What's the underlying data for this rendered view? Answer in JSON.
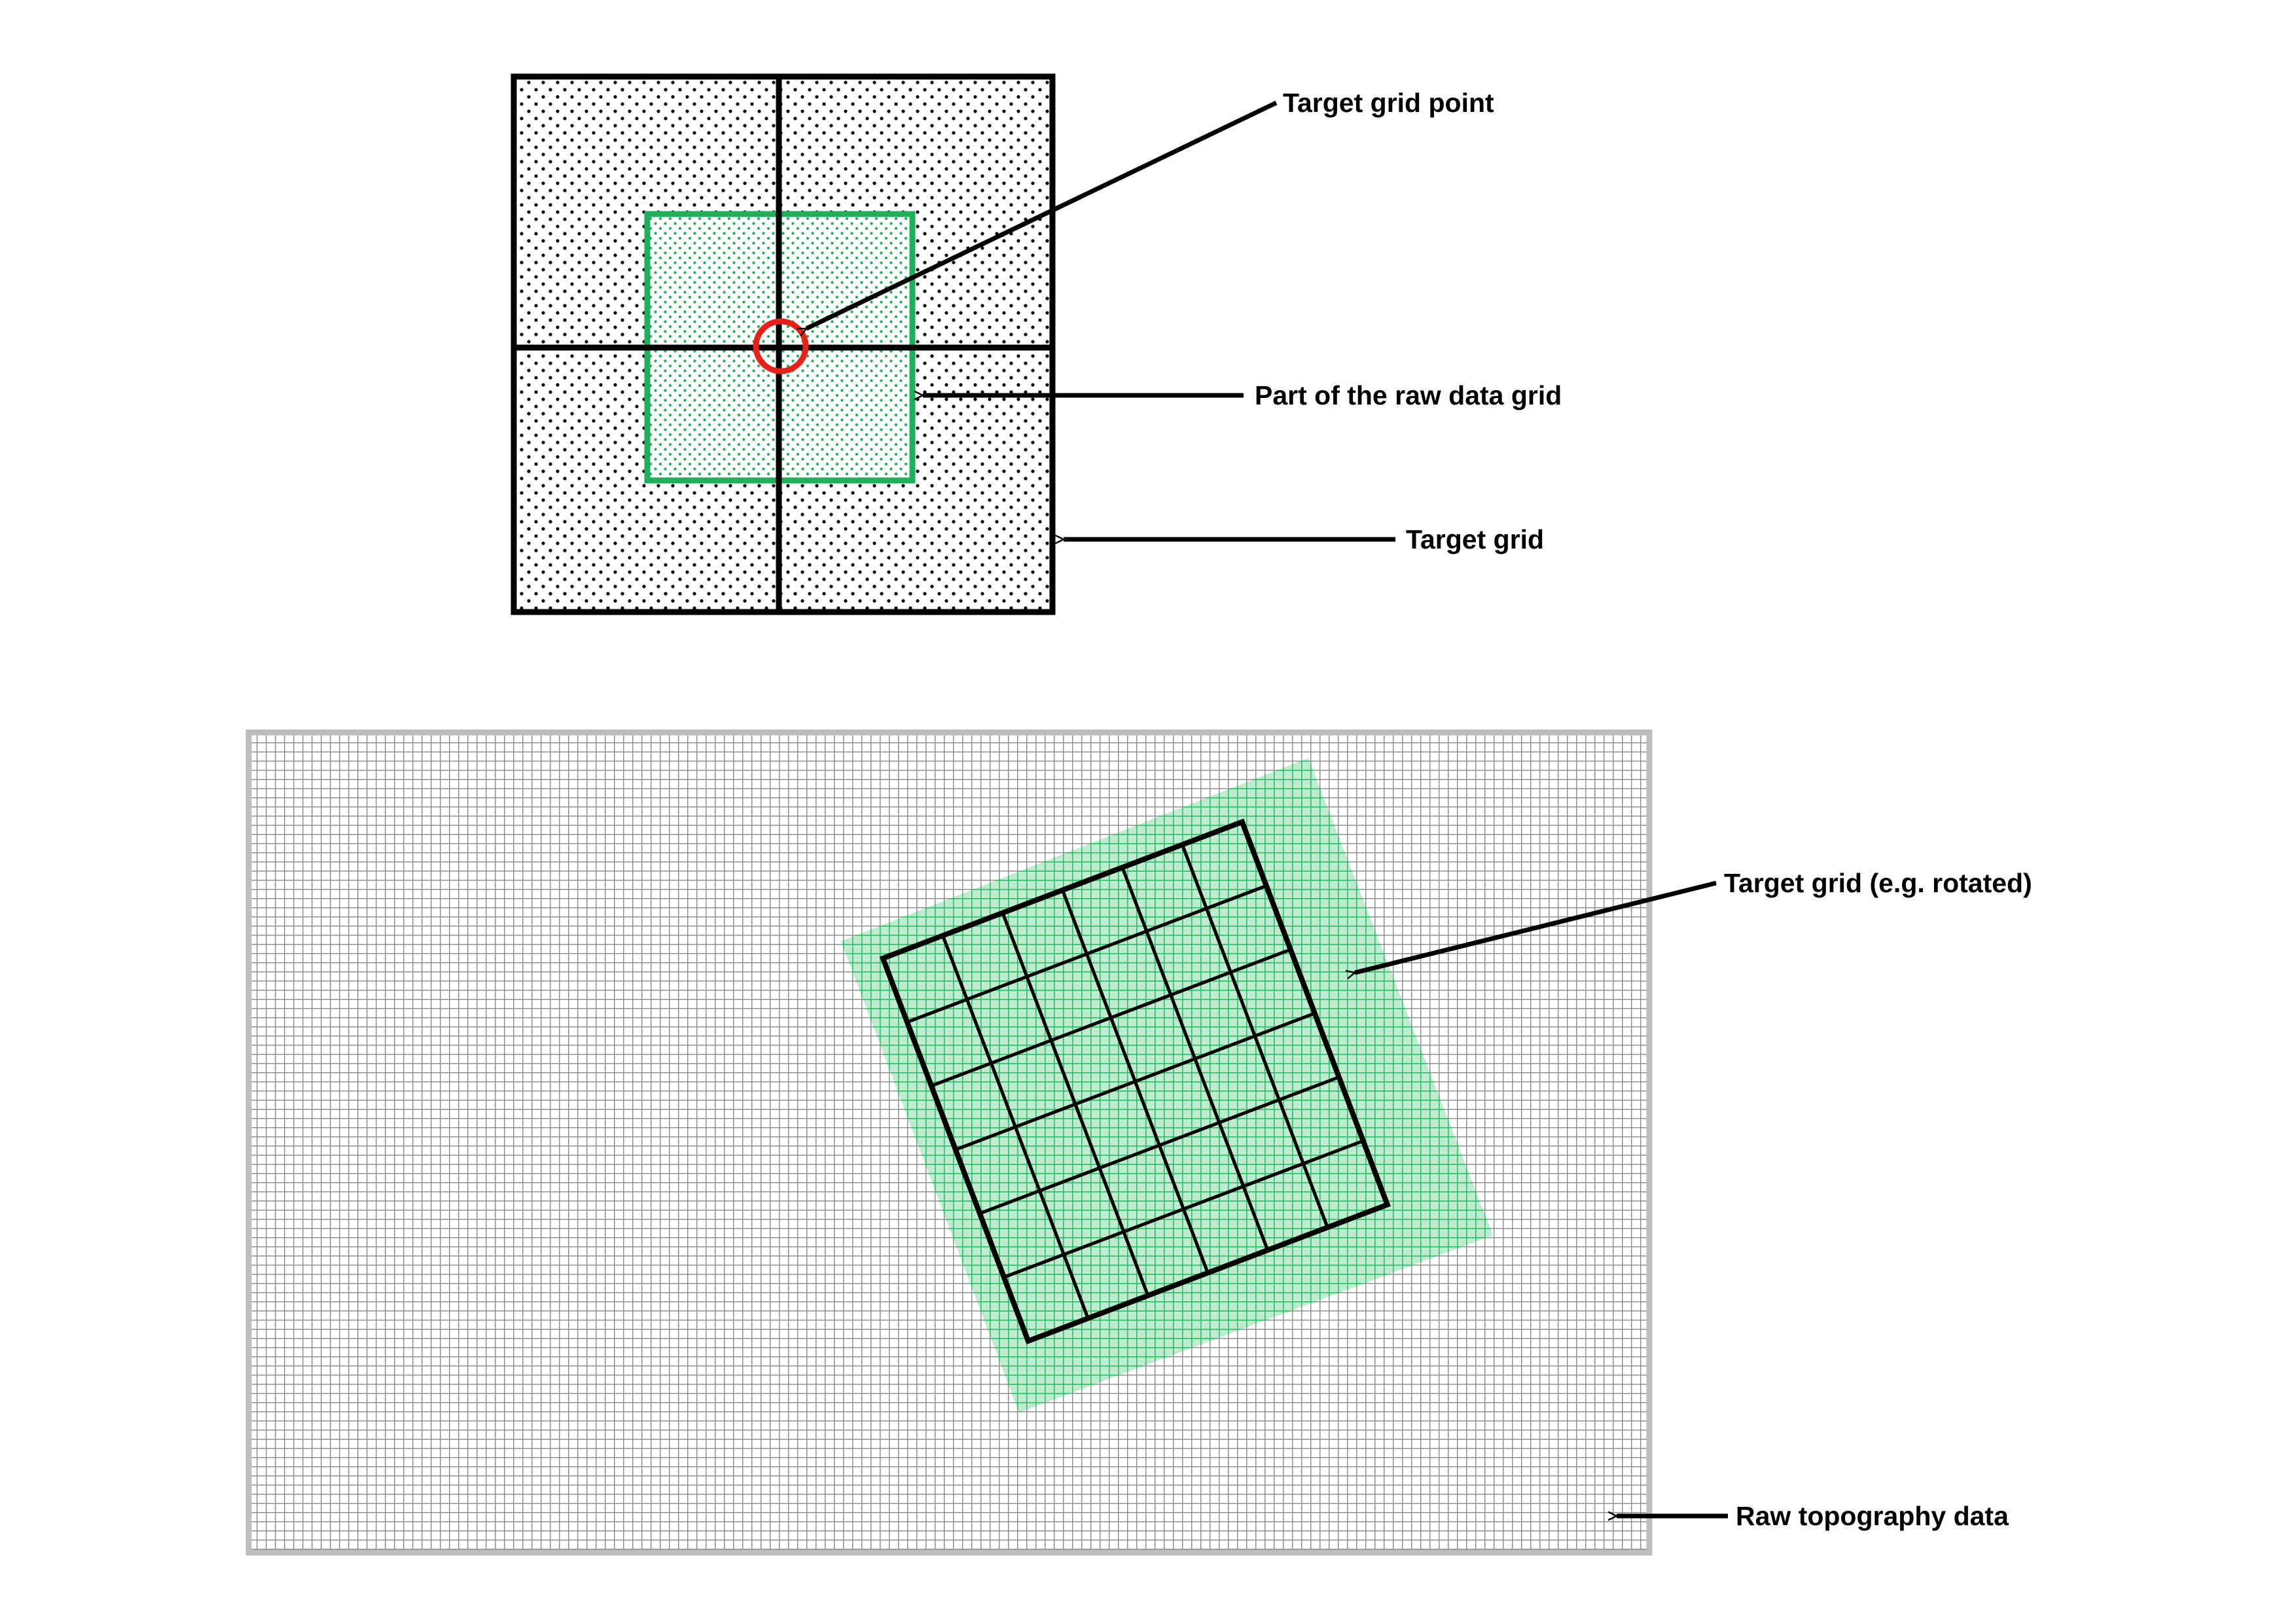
{
  "labels": {
    "target_grid_point": "Target grid point",
    "raw_data_grid_part": "Part of the raw data grid",
    "target_grid": "Target grid",
    "target_grid_rotated": "Target grid (e.g. rotated)",
    "raw_topography": "Raw topography data"
  },
  "colors": {
    "outline": "#000000",
    "raw_data_green": "#1fae5a",
    "raw_data_fill": "#c9eed7",
    "highlight_circle": "#e8201b",
    "raw_topography_grid": "#9a9a9a",
    "raw_topography_border": "#bdbdbd",
    "rotated_patch": "#2bbd68"
  },
  "top_panel": {
    "target_cells": 2,
    "raw_data_grid_cells": 1,
    "dot_pattern": "stippled"
  },
  "bottom_panel": {
    "target_cells": 6,
    "rotation": "rotated",
    "raw_topography_pattern": "dense-grid"
  }
}
